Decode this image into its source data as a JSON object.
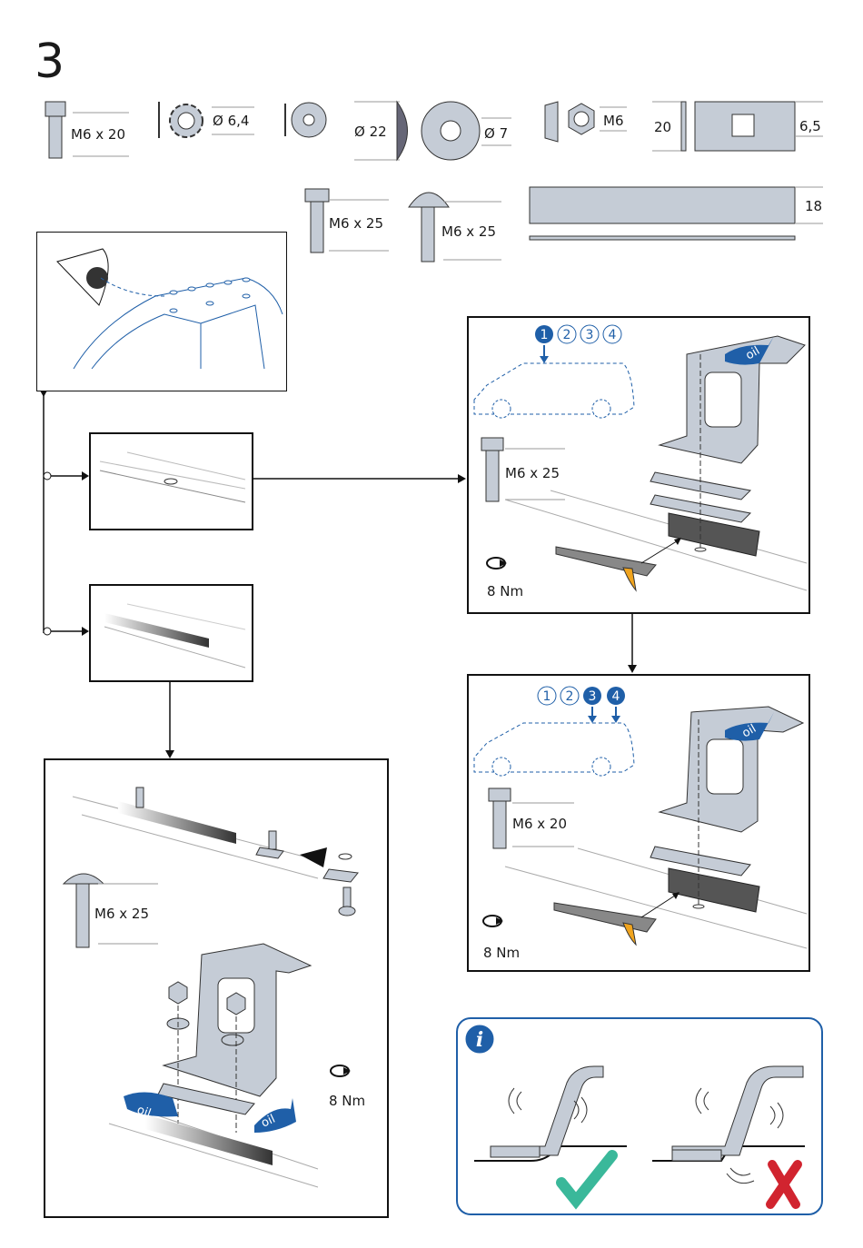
{
  "step_number": "3",
  "parts": {
    "bolt_m6x20": "M6 x 20",
    "lock_washer": "Ø 6,4",
    "washer_22": "Ø 22",
    "washer_7": "Ø 7",
    "nut": "M6",
    "plate_width": "20",
    "plate_thickness": "6,5",
    "bolt_m6x25": "M6 x 25",
    "carriage_bolt": "M6 x 25",
    "strip_width": "18"
  },
  "panel_a": {
    "steps": [
      "1",
      "2",
      "3",
      "4"
    ],
    "active_steps": [
      "1"
    ],
    "bolt_label": "M6 x 25",
    "torque": "8 Nm",
    "oil_label": "oil"
  },
  "panel_b": {
    "steps": [
      "1",
      "2",
      "3",
      "4"
    ],
    "active_steps": [
      "3",
      "4"
    ],
    "bolt_label": "M6 x 20",
    "torque": "8 Nm",
    "oil_label": "oil"
  },
  "panel_c": {
    "bolt_label": "M6 x 25",
    "torque": "8 Nm",
    "oil_label_left": "oil",
    "oil_label_right": "oil"
  },
  "info_box": {
    "icon": "i",
    "good_mark": "check-icon",
    "bad_mark": "cross-icon"
  },
  "colors": {
    "accent_blue": "#1f5fa8",
    "check_green": "#3ab89a",
    "cross_red": "#d1242f",
    "metal": "#c5ccd6"
  }
}
